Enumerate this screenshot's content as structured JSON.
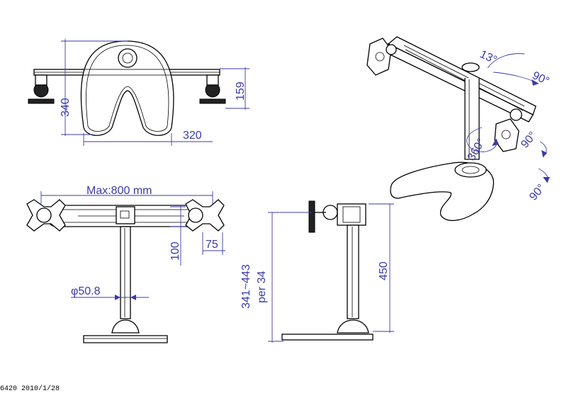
{
  "dimensions": {
    "top_height_a": "340",
    "top_height_b": "159",
    "top_width": "320",
    "max_span": "Max:800  mm",
    "arm_height": "100",
    "arm_offset": "75",
    "pole_diameter": "φ50.8",
    "height_range": "341~443",
    "height_step": "per 34",
    "total_height": "450"
  },
  "angles": {
    "tilt_up": "13°",
    "tilt_down": "90°",
    "pan_right": "90°",
    "rotate": "360°",
    "swivel": "90°"
  },
  "footer": {
    "code": "6420  2010/1/28"
  },
  "colors": {
    "line": "#000000",
    "dimension": "#3a3aa8"
  }
}
